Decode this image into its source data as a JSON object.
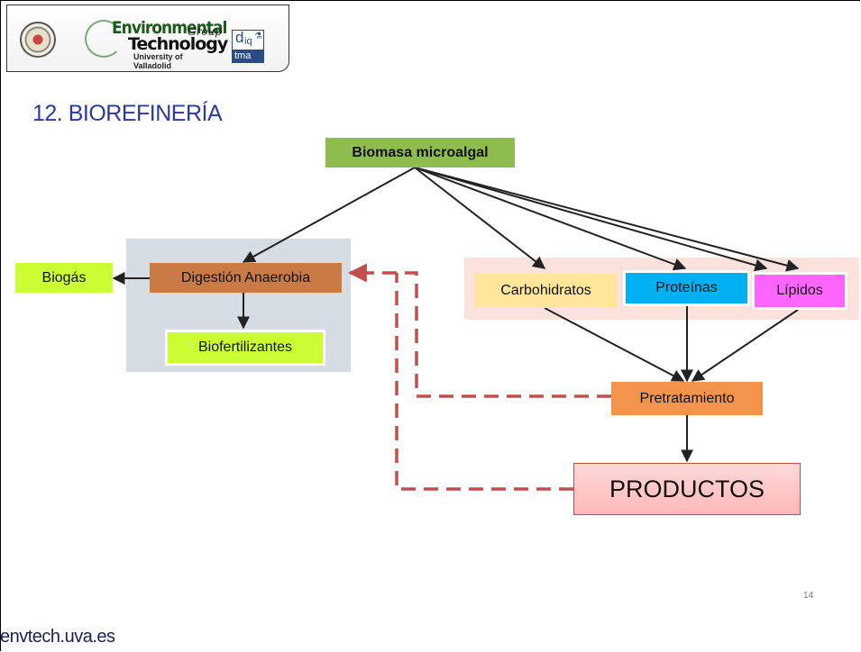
{
  "header": {
    "logo_line1": "Environmental",
    "logo_group": "Group",
    "logo_line2": "Technology",
    "logo_line3": "University of Valladolid",
    "diq_d": "d",
    "diq_iq": "iq",
    "diq_tma": "tma"
  },
  "slide": {
    "title": "12. BIOREFINERÍA",
    "page_number": "14",
    "footer_url": "envtech.uva.es"
  },
  "diagram": {
    "biomasa": "Biomasa microalgal",
    "digestion": "Digestión Anaerobia",
    "biogas": "Biogás",
    "biofertilizantes": "Biofertilizantes",
    "carbohidratos": "Carbohidratos",
    "proteinas": "Proteínas",
    "lipidos": "Lípidos",
    "pretratamiento": "Pretratamiento",
    "productos": "PRODUCTOS"
  },
  "colors": {
    "title": "#2b3a9c",
    "biomasa_fill": "#8fbc4f",
    "digestion_fill": "#c97a45",
    "lime_fill": "#ccff33",
    "carbohidratos_fill": "#ffe699",
    "proteinas_fill": "#00b0f0",
    "lipidos_fill": "#ff66ff",
    "pretratamiento_fill": "#f4944a",
    "productos_fill": "#ffcccc",
    "left_panel": "#d6dce4",
    "right_panel": "#fbe2dd",
    "dashed_arrow": "#c0504d"
  }
}
